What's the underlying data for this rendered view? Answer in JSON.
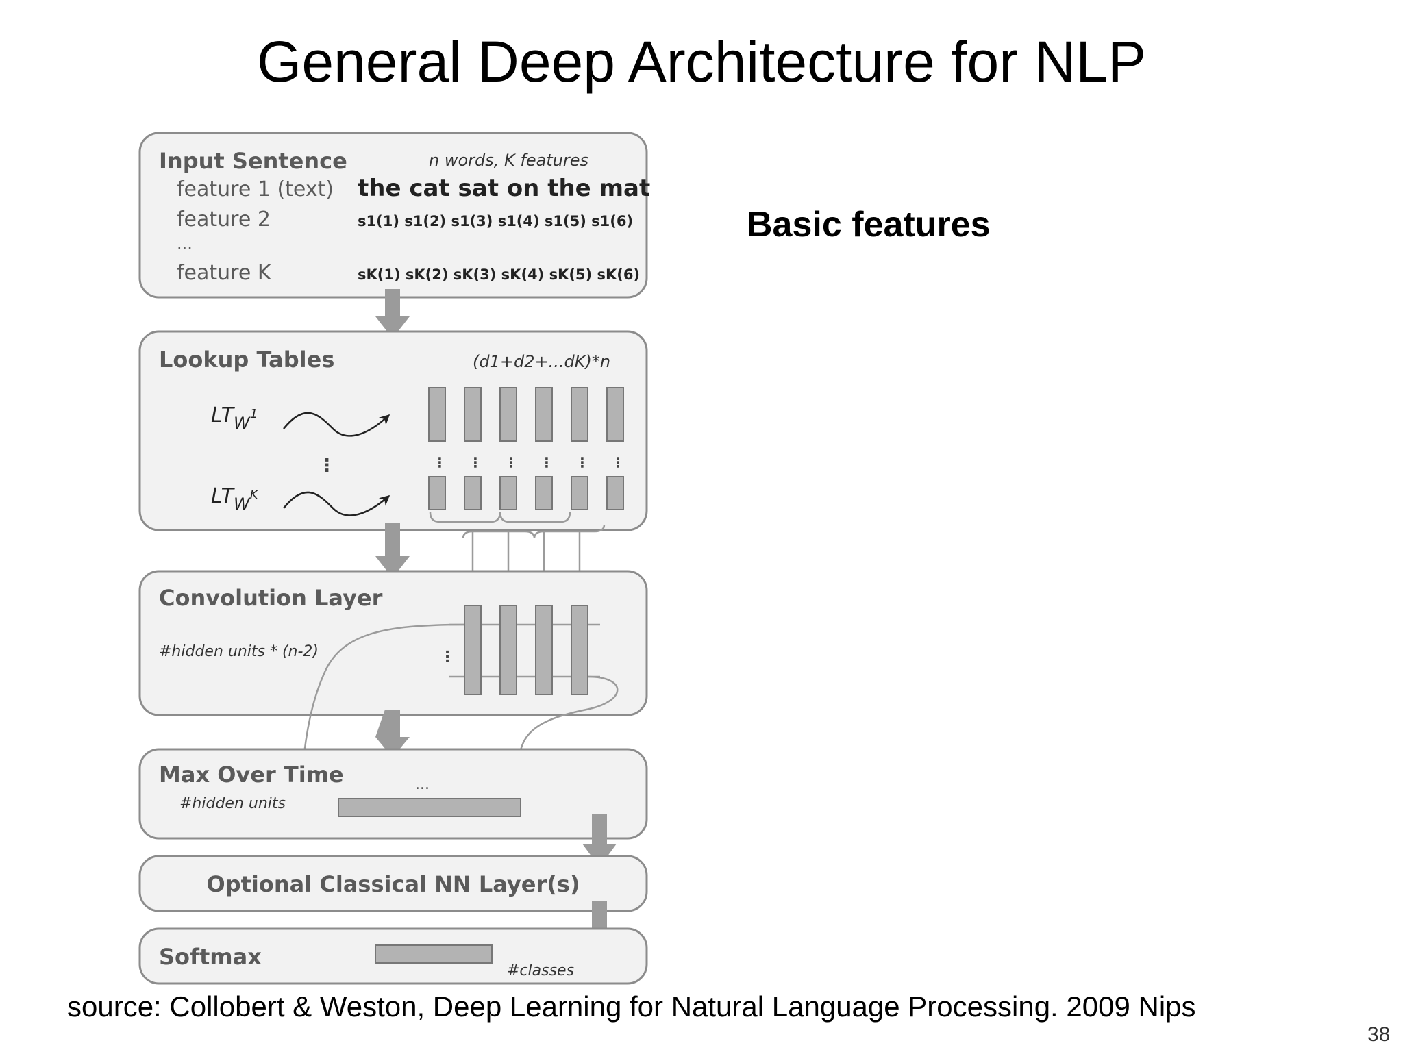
{
  "slide": {
    "title": "General Deep Architecture for NLP",
    "side_label": "Basic features",
    "source": "source: Collobert & Weston, Deep Learning for  Natural Language Processing. 2009 Nips",
    "page_number": "38"
  },
  "diagram": {
    "input": {
      "title": "Input Sentence",
      "note": "n words, K features",
      "feature1": "feature 1 (text)",
      "sentence": "the cat sat on the mat",
      "feature2": "feature 2",
      "features_s1": "s1(1) s1(2) s1(3) s1(4) s1(5) s1(6)",
      "ellipsis": "...",
      "featureK": "feature K",
      "features_sK": "sK(1) sK(2) sK(3) sK(4) sK(5) sK(6)"
    },
    "lookup": {
      "title": "Lookup Tables",
      "note": "(d1+d2+...dK)*n",
      "lt_base": "LT",
      "lt_sub": "W",
      "lt1_sup": "1",
      "ltK_sup": "K"
    },
    "conv": {
      "title": "Convolution Layer",
      "note": "#hidden units * (n-2)"
    },
    "max": {
      "title": "Max Over Time",
      "note": "#hidden units",
      "ellipsis": "..."
    },
    "nn": {
      "title": "Optional Classical NN Layer(s)"
    },
    "softmax": {
      "title": "Softmax",
      "note": "#classes"
    },
    "colors": {
      "box_stroke": "#8c8c8c",
      "box_fill": "#f2f2f2",
      "bar_fill": "#b3b3b3",
      "arrow": "#9b9b9b"
    }
  }
}
